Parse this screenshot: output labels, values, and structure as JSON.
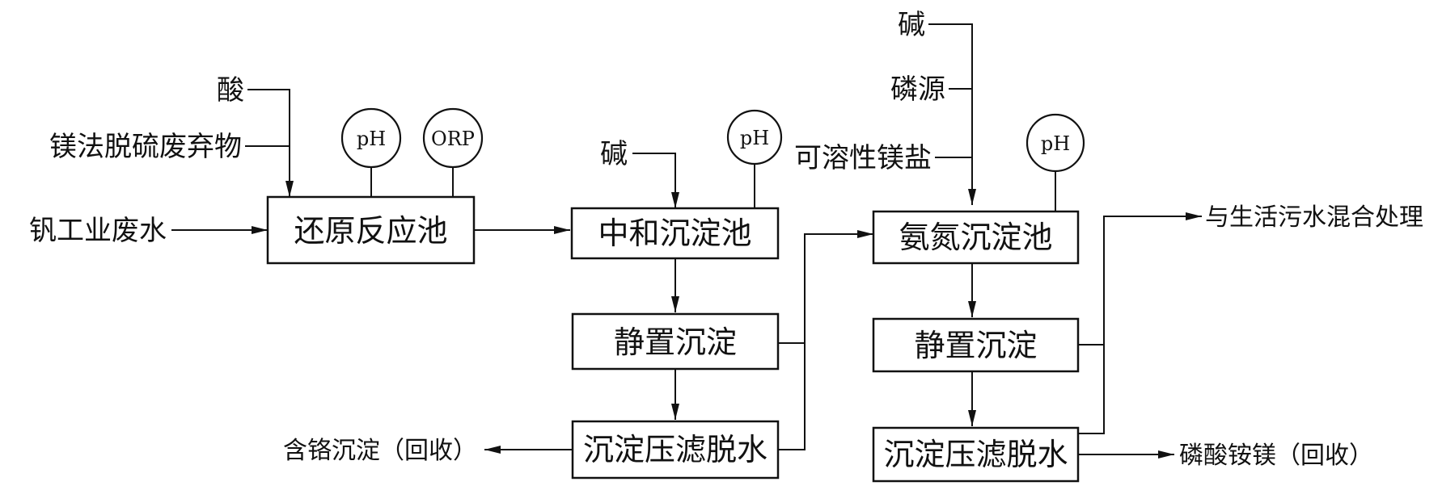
{
  "inputs": {
    "acid": "酸",
    "mg_waste": "镁法脱硫废弃物",
    "vanadium_ww": "钒工业废水",
    "alkali_1": "碱",
    "alkali_2": "碱",
    "phosphorus": "磷源",
    "mg_salt": "可溶性镁盐"
  },
  "boxes": {
    "reduction": "还原反应池",
    "neutral": "中和沉淀池",
    "settle_1": "静置沉淀",
    "press_1": "沉淀压滤脱水",
    "ammonia": "氨氮沉淀池",
    "settle_2": "静置沉淀",
    "press_2": "沉淀压滤脱水"
  },
  "instruments": {
    "ph_1": "pH",
    "orp": "ORP",
    "ph_2": "pH",
    "ph_3": "pH"
  },
  "outputs": {
    "chromium": "含铬沉淀（回收）",
    "domestic": "与生活污水混合处理",
    "struvite": "磷酸铵镁（回收）"
  }
}
